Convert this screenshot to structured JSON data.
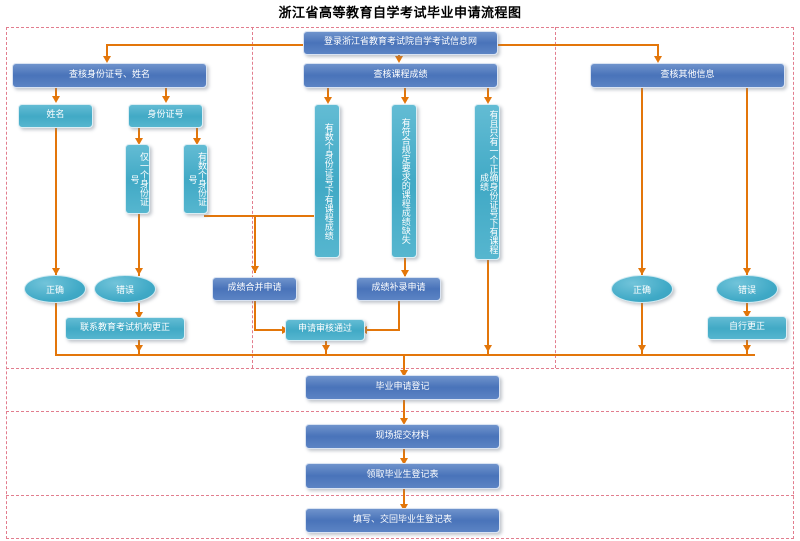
{
  "title": "浙江省高等教育自学考试毕业申请流程图",
  "colors": {
    "connector": "#E3760A",
    "lane_divider": "#E27D8E",
    "primary_box": "#4A74BA",
    "secondary_box": "#42AAC6",
    "text": "#FFFFFF"
  },
  "nodes": {
    "login": "登录浙江省教育考试院自学考试信息网",
    "check_id_name": "查核身份证号、姓名",
    "check_course_score": "查核课程成绩",
    "check_other_info": "查核其他信息",
    "name": "姓名",
    "id_number": "身份证号",
    "only_one_id": "仅一个身份证号",
    "several_ids": "有数个身份证号",
    "several_ids_with_scores": "有数个身份证号下有课程成绩",
    "missing_required_scores": "有符合规定要求的课程成绩缺失",
    "exactly_one_correct_id": "有且只有一个正确身份证号下有课程成绩",
    "correct_left": "正确",
    "wrong_left": "错误",
    "contact_exam_agency": "联系教育考试机构更正",
    "merge_score_application": "成绩合并申请",
    "supplement_score_application": "成绩补录申请",
    "application_approved": "申请审核通过",
    "correct_right": "正确",
    "wrong_right": "错误",
    "self_correct": "自行更正",
    "graduation_registration": "毕业申请登记",
    "submit_materials_onsite": "现场提交材料",
    "collect_registration_form": "领取毕业生登记表",
    "fill_return_registration_form": "填写、交回毕业生登记表"
  }
}
